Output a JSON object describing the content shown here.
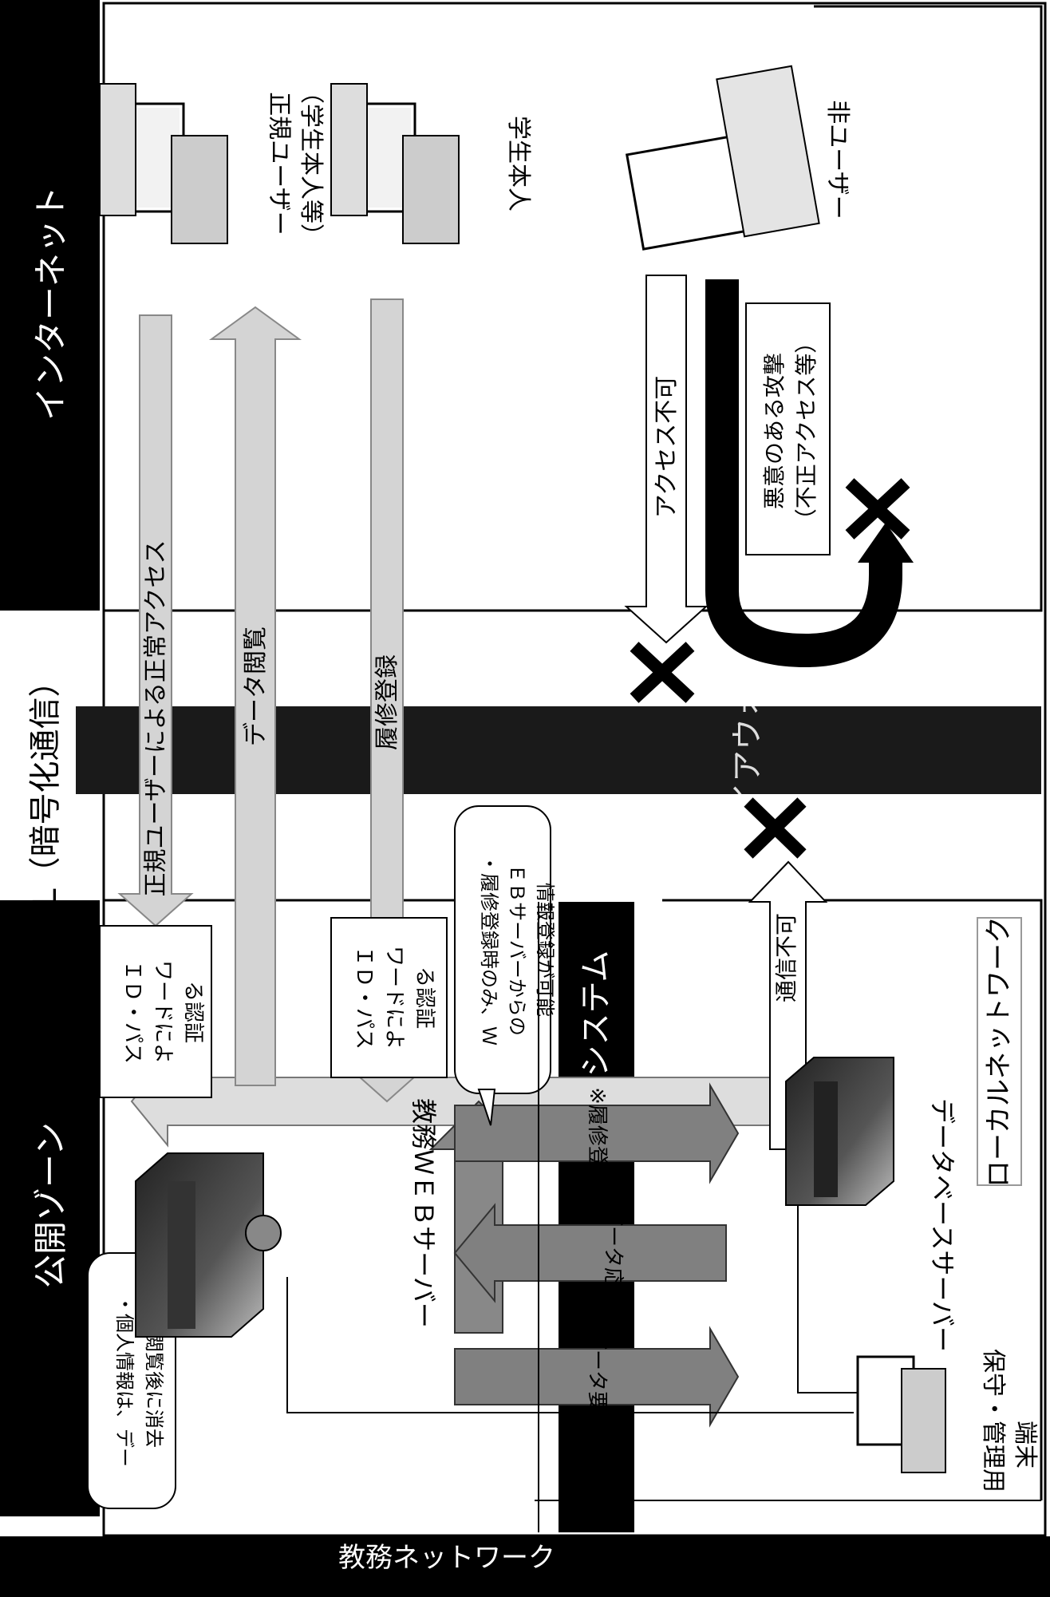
{
  "zones": {
    "public": "公開ゾーン",
    "internet": "インターネット",
    "ssl": "SSL（暗号化通信）",
    "firewall": "ファイアウォール",
    "academic_system": "教務システム",
    "local_network": "ローカルネットワーク",
    "academic_network": "教務ネットワーク"
  },
  "nodes": {
    "regular_user": "正規ユーザー\n（学生本人等）",
    "student": "学生本人",
    "non_user": "非ユーザー",
    "web_server": "教務ＷＥＢサーバー",
    "db_server": "データベースサーバー",
    "maintenance": "保守・管理用\n端末"
  },
  "arrows": {
    "regular_access": "正規ユーザーによる正常アクセス",
    "data_view": "データ閲覧",
    "course_reg": "履修登録",
    "access_denied": "アクセス不可",
    "malicious": "悪意のある攻撃\n（不正アクセス等）",
    "comm_denied": "通信不可",
    "course_reg_note": "※履修登録",
    "data_response": "データ応答",
    "data_request": "データ要求"
  },
  "notes": {
    "auth1": "ＩＤ・パス\nワードによ\nる認証",
    "auth2": "ＩＤ・パス\nワードによ\nる認証",
    "reg_only": "・履修登録時のみ、Ｗ\nＥＢサーバーからの\n情報登録が可能",
    "personal_info": "・個人情報は、デー\nタ閲覧後に消去"
  }
}
